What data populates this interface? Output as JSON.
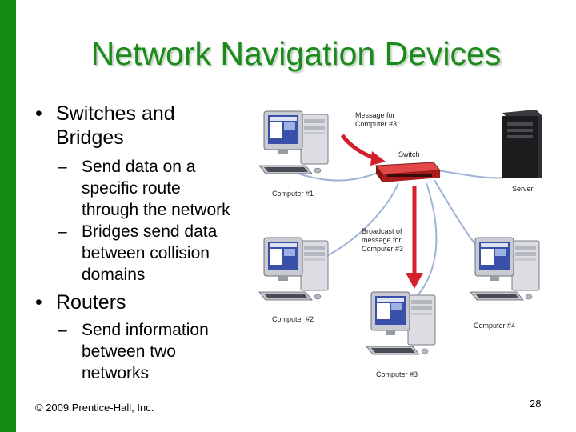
{
  "slide": {
    "title": "Network Navigation Devices",
    "bullet1": {
      "line1": "Switches and",
      "line2": "Bridges",
      "sub1": [
        "Send data on a",
        "specific route",
        "through the network"
      ],
      "sub2": [
        "Bridges send data",
        "between collision",
        "domains"
      ]
    },
    "bullet2": {
      "label": "Routers",
      "sub1": [
        "Send information",
        "between two",
        "networks"
      ]
    },
    "bullet_char": "•",
    "dash_char": "–",
    "footer": "© 2009 Prentice-Hall, Inc.",
    "page_number": "28"
  },
  "diagram": {
    "message_label": [
      "Message for",
      "Computer #3"
    ],
    "switch_label": "Switch",
    "server_label": "Server",
    "broadcast_label": [
      "Broadcast of",
      "message for",
      "Computer #3"
    ],
    "computer1": "Computer #1",
    "computer2": "Computer #2",
    "computer3": "Computer #3",
    "computer4": "Computer #4"
  },
  "colors": {
    "accent_green": "#148c14",
    "title_green": "#1a8a1a",
    "arrow_red": "#d4202a"
  }
}
